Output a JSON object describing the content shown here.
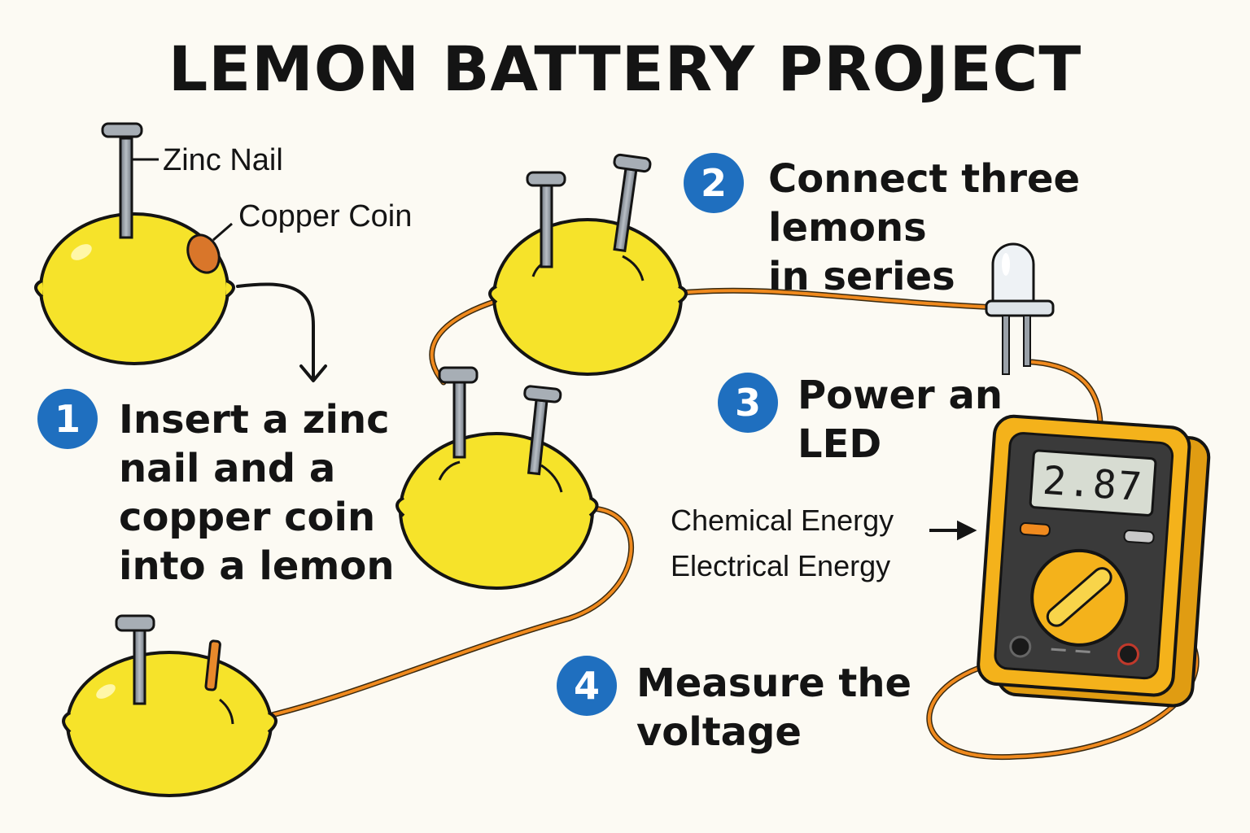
{
  "title": "LEMON BATTERY PROJECT",
  "labels": {
    "zinc": "Zinc Nail",
    "copper": "Copper Coin"
  },
  "steps": [
    {
      "number": "1",
      "lines": [
        "Insert a zinc",
        "nail and a",
        "copper coin",
        "into a lemon"
      ]
    },
    {
      "number": "2",
      "lines": [
        "Connect three lemons",
        "in series"
      ]
    },
    {
      "number": "3",
      "lines": [
        "Power an",
        "LED"
      ]
    },
    {
      "number": "4",
      "lines": [
        "Measure the",
        "voltage"
      ]
    }
  ],
  "energy": {
    "from": "Chemical Energy",
    "to": "Electrical Energy"
  },
  "multimeter": {
    "reading": "2.87"
  },
  "colors": {
    "lemon": "#f6e32a",
    "wire": "#f08a1e",
    "badge": "#1f6fbf",
    "meter_body": "#f4b21b",
    "meter_face": "#3a3a3a",
    "screen": "#d7dcd2"
  }
}
